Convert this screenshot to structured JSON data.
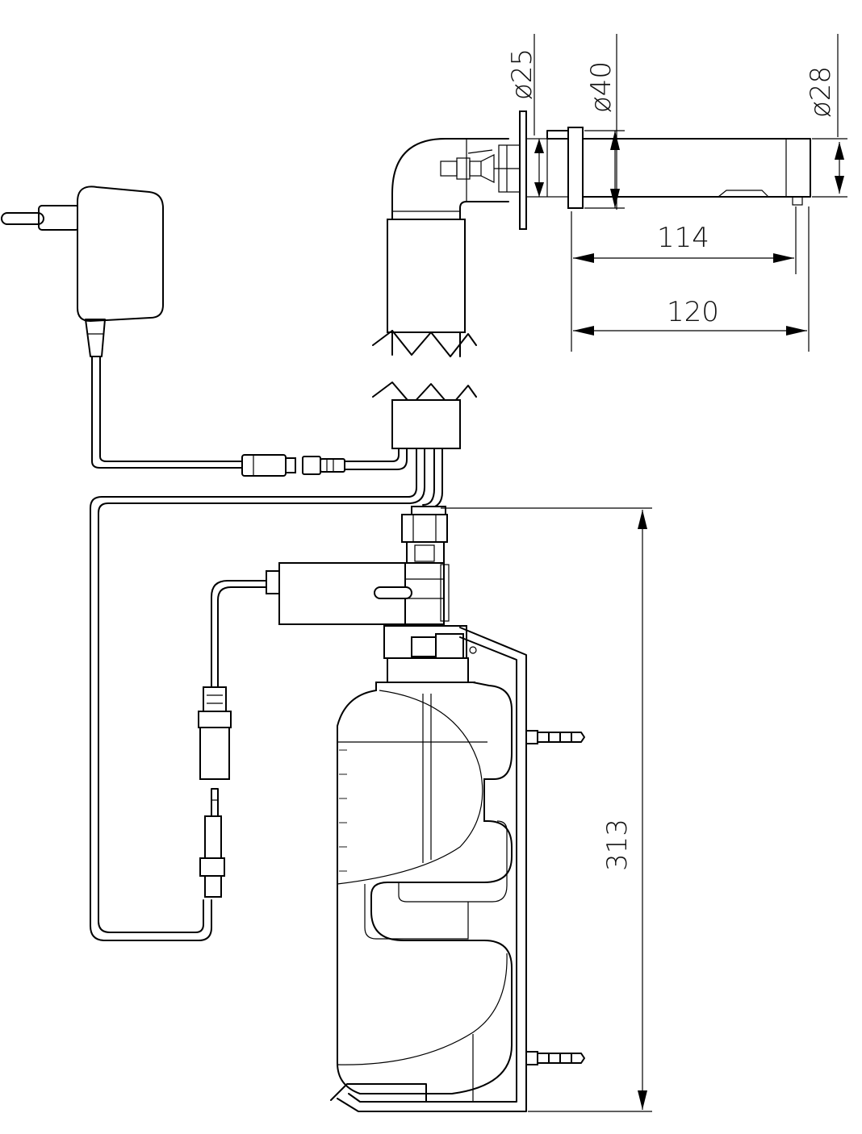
{
  "dimensions": {
    "spout_length": "114",
    "overall_length": "120",
    "height": "313",
    "pipe_diameter": "ø25",
    "flange_diameter": "ø40",
    "spout_diameter": "ø28"
  }
}
